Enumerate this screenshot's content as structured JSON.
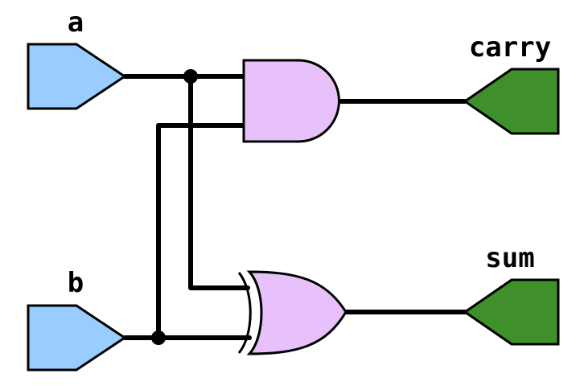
{
  "circuit": {
    "inputs": [
      {
        "label": "a"
      },
      {
        "label": "b"
      }
    ],
    "outputs": [
      {
        "label": "carry"
      },
      {
        "label": "sum"
      }
    ],
    "gates": [
      {
        "type": "AND"
      },
      {
        "type": "XOR"
      }
    ]
  },
  "colors": {
    "input_pin": "#99ccff",
    "output_pin": "#3f8f2a",
    "gate_fill": "#e8c0fa",
    "wire": "#000000"
  }
}
